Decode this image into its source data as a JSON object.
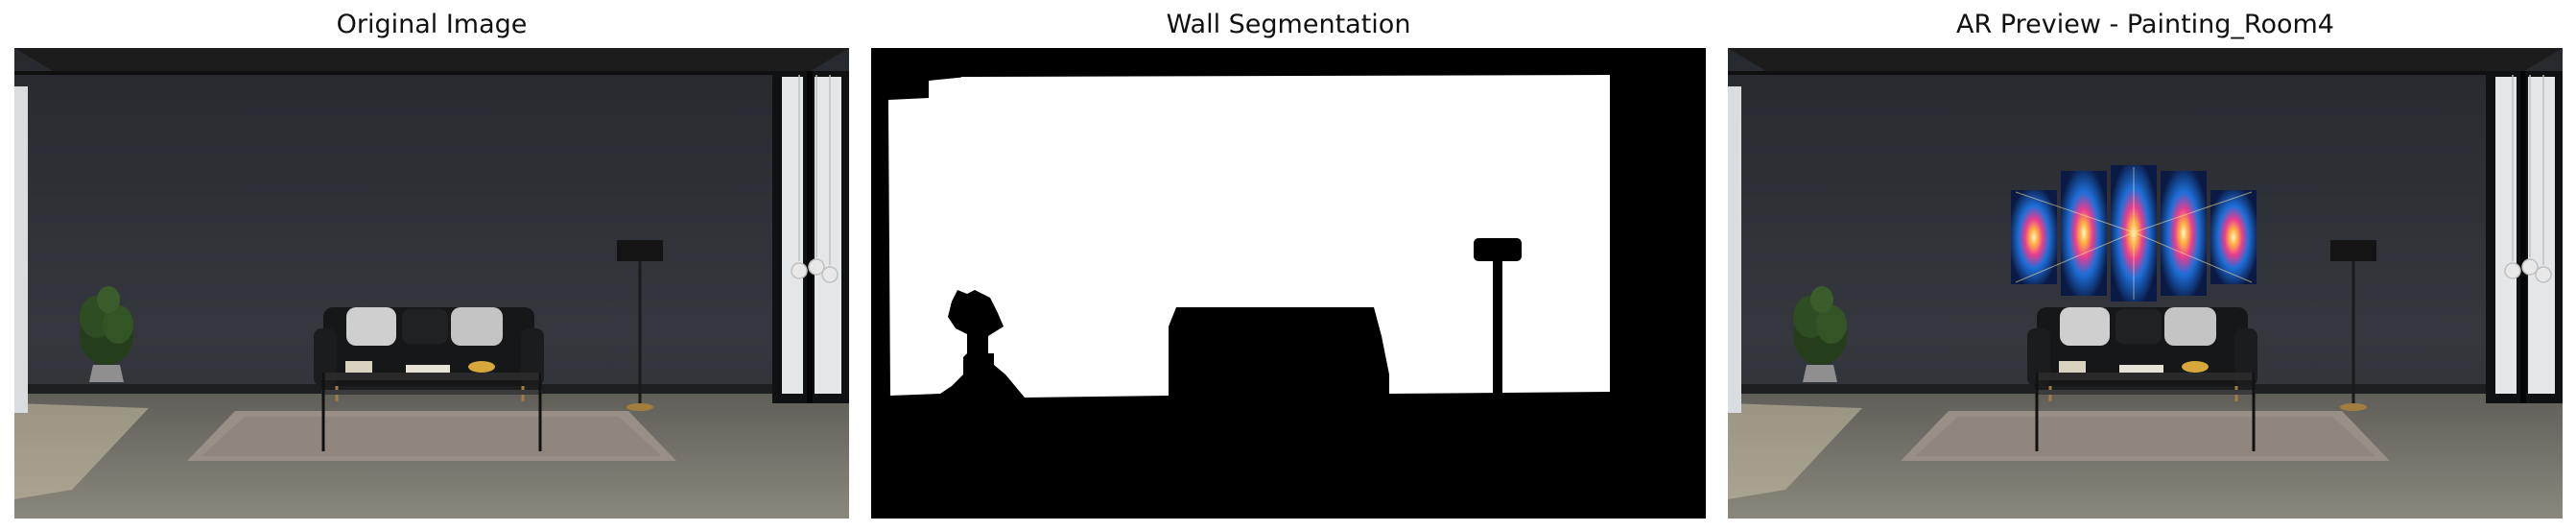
{
  "panels": [
    {
      "title": "Original Image"
    },
    {
      "title": "Wall Segmentation"
    },
    {
      "title": "AR Preview - Painting_Room4"
    }
  ],
  "colors": {
    "wall": "#30343a",
    "ceiling": "#1e1e1f",
    "floor": "#7b786f",
    "rug": "#9a8f86",
    "mask_white": "#ffffff",
    "mask_black": "#000000"
  },
  "icons": [
    "plant-icon",
    "sofa-icon",
    "floor-lamp-icon",
    "coffee-table-icon",
    "window-icon",
    "pendant-lights-icon",
    "painting-icon"
  ]
}
